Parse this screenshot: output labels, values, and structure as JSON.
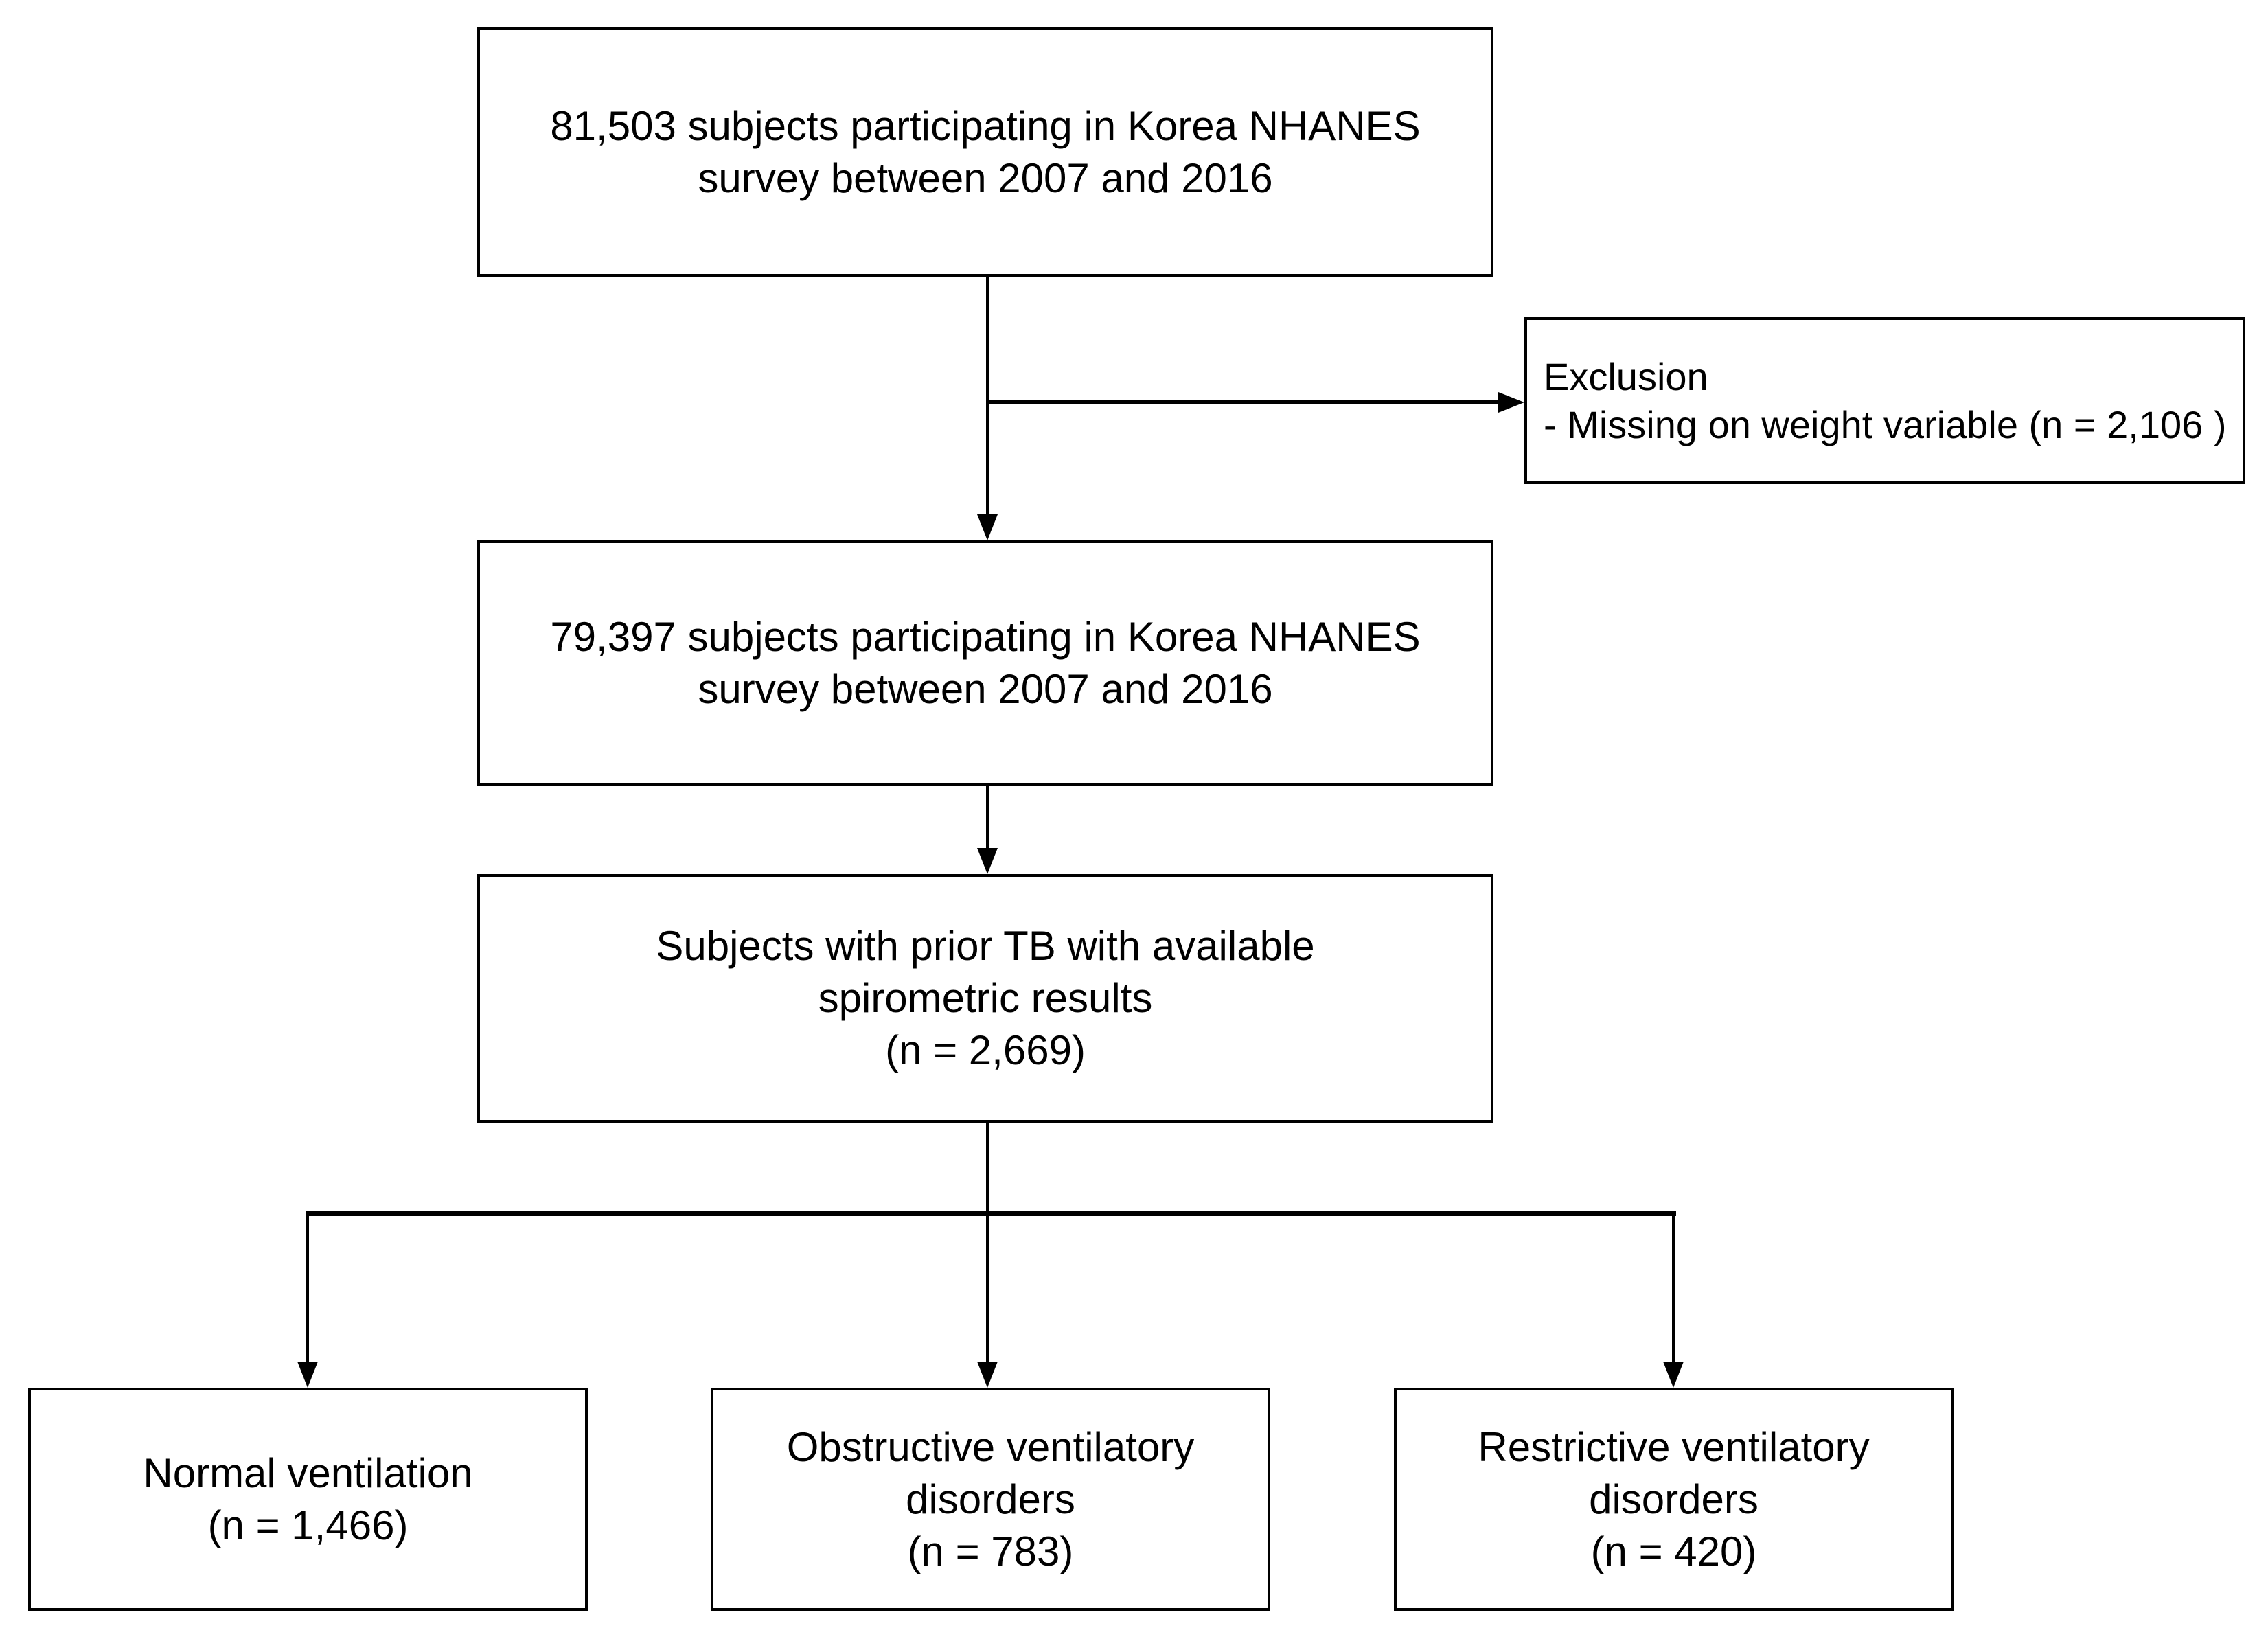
{
  "colors": {
    "background": "#ffffff",
    "box_border": "#000000",
    "line": "#000000",
    "text": "#000000"
  },
  "boxes": {
    "total": {
      "lines": [
        "81,503 subjects participating in Korea NHANES",
        "survey between 2007 and 2016"
      ]
    },
    "exclusion": {
      "lines": [
        "Exclusion",
        "- Missing on weight variable (n = 2,106 )"
      ]
    },
    "weighted": {
      "lines": [
        "79,397 subjects participating in Korea NHANES",
        "survey between 2007 and 2016"
      ]
    },
    "prior_tb": {
      "lines": [
        "Subjects with prior TB with available",
        "spirometric results",
        "(n = 2,669)"
      ]
    },
    "normal": {
      "lines": [
        "Normal ventilation",
        "(n = 1,466)"
      ]
    },
    "obstructive": {
      "lines": [
        "Obstructive ventilatory",
        "disorders",
        "(n = 783)"
      ]
    },
    "restrictive": {
      "lines": [
        "Restrictive ventilatory",
        "disorders",
        "(n = 420)"
      ]
    }
  }
}
